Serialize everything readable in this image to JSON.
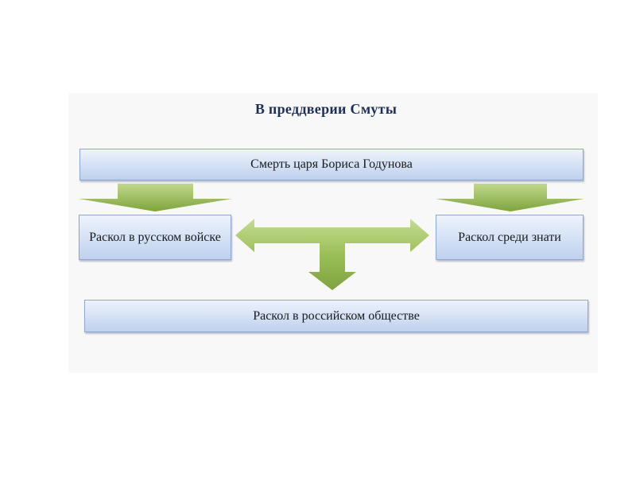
{
  "diagram": {
    "title": "В преддверии Смуты",
    "nodes": {
      "top": "Смерть царя Бориса Годунова",
      "left": "Раскол в русском войске",
      "right": "Раскол среди знати",
      "bottom": "Раскол в российском обществе"
    },
    "edges": [
      {
        "from": "top",
        "to": "left"
      },
      {
        "from": "top",
        "to": "right"
      },
      {
        "from": "left",
        "to": "right",
        "bidirectional": true
      },
      {
        "from": "left-right",
        "to": "bottom"
      }
    ],
    "colors": {
      "box_fill_top": "#eef3fc",
      "box_fill_bottom": "#bfd1ee",
      "box_border": "#8fa7cf",
      "arrow_light": "#b4cf74",
      "arrow_dark": "#7da43c",
      "title": "#1c2f5a"
    }
  }
}
